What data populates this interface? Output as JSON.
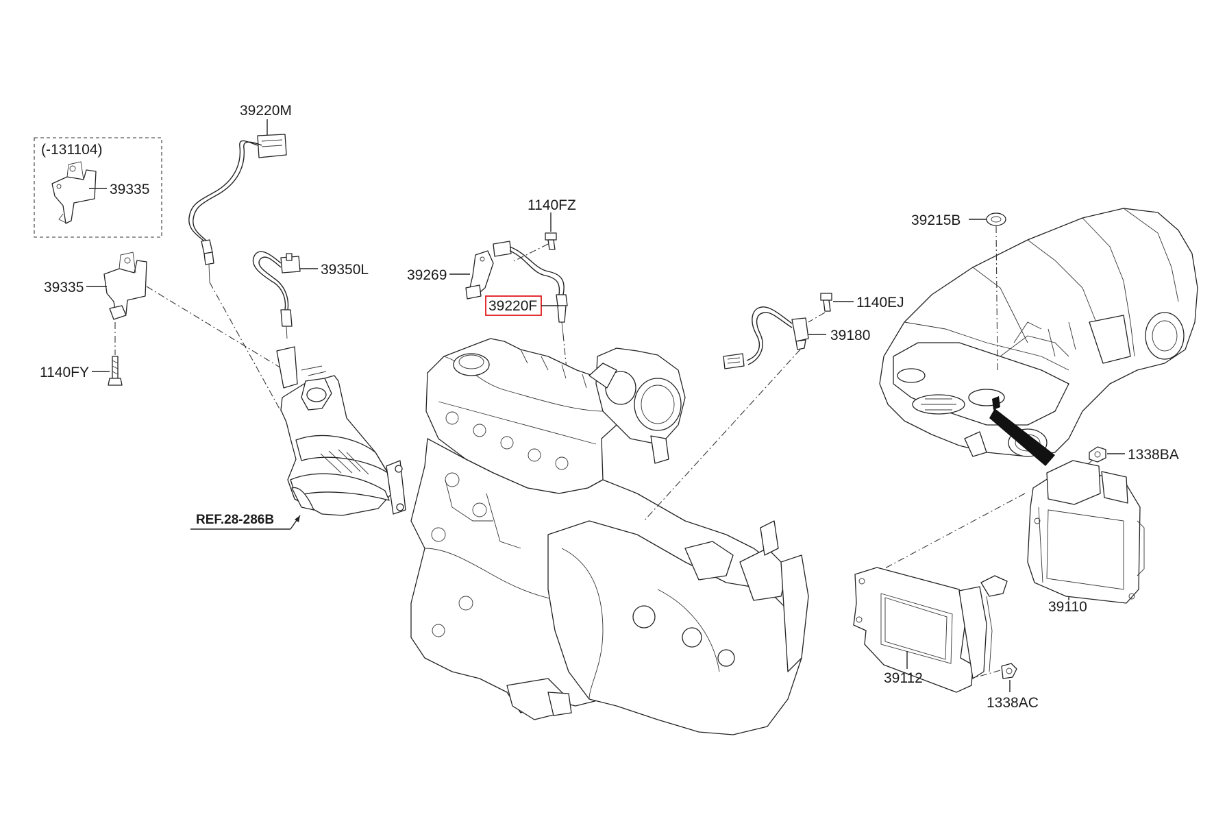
{
  "diagram": {
    "labels": {
      "p39220M": "39220M",
      "p131104": "(-131104)",
      "p39335a": "39335",
      "p39335b": "39335",
      "p1140FY": "1140FY",
      "p39350L": "39350L",
      "p1140FZ": "1140FZ",
      "p39269": "39269",
      "p39220F": "39220F",
      "p1140EJ": "1140EJ",
      "p39180": "39180",
      "p39215B": "39215B",
      "p1338BA": "1338BA",
      "p39110": "39110",
      "p39112": "39112",
      "p1338AC": "1338AC",
      "ref": "REF.28-286B"
    },
    "highlighted_part": "39220F"
  },
  "colors": {
    "highlight": "#e0191b",
    "line": "#222222",
    "background": "#ffffff"
  }
}
